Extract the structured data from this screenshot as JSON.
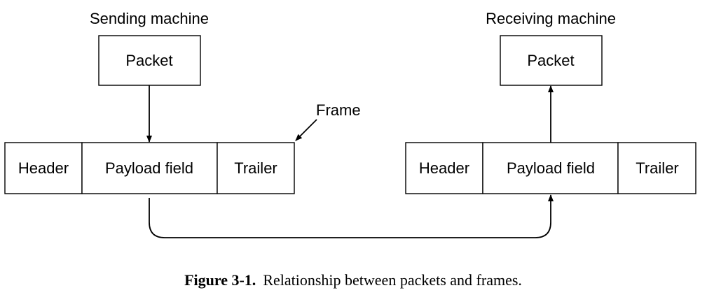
{
  "sender": {
    "title": "Sending machine",
    "packet": "Packet",
    "frame": {
      "header": "Header",
      "payload": "Payload field",
      "trailer": "Trailer"
    },
    "frame_label": "Frame"
  },
  "receiver": {
    "title": "Receiving machine",
    "packet": "Packet",
    "frame": {
      "header": "Header",
      "payload": "Payload field",
      "trailer": "Trailer"
    }
  },
  "caption": {
    "label": "Figure 3-1.",
    "text": "Relationship between packets and frames."
  }
}
